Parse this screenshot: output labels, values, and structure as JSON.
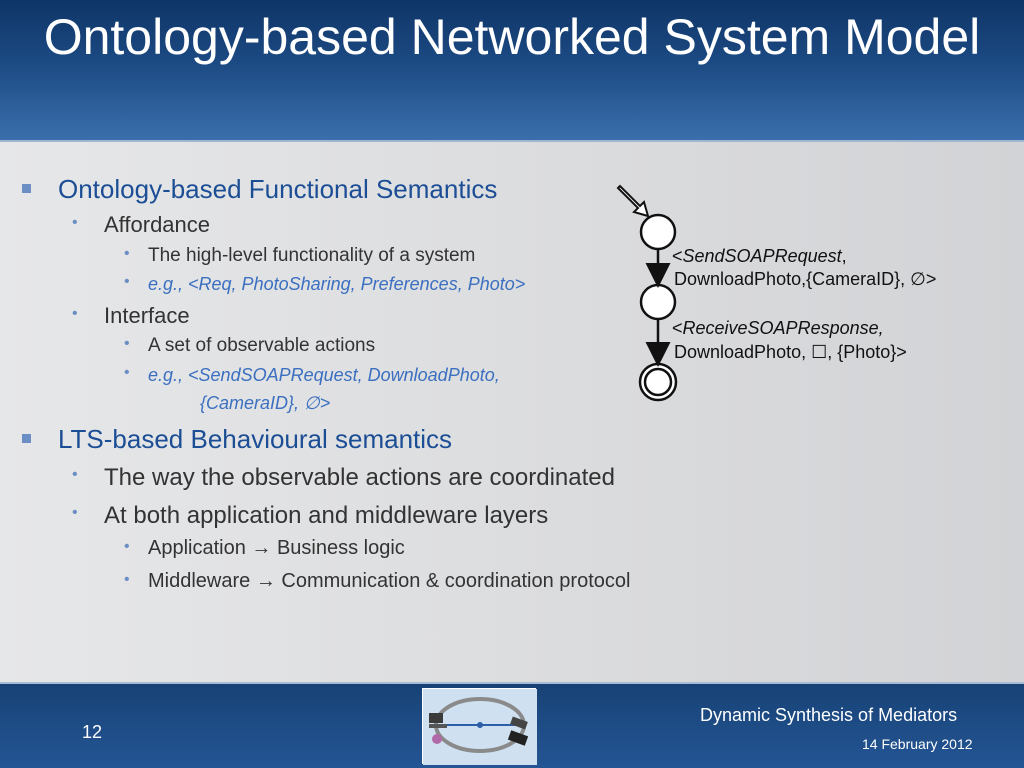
{
  "slide": {
    "title": "Ontology-based Networked System Model",
    "bullets": {
      "b1": "Ontology-based Functional Semantics",
      "b1_1": "Affordance",
      "b1_1_1": "The high-level functionality of a system",
      "b1_1_2": "e.g., <Req, PhotoSharing, Preferences, Photo>",
      "b1_2": "Interface",
      "b1_2_1": "A set of observable actions",
      "b1_2_2_line1": "e.g., <SendSOAPRequest, DownloadPhoto,",
      "b1_2_2_line2": "{CameraID}, ∅>",
      "b2": "LTS-based Behavioural semantics",
      "b2_1": "The way the observable actions are coordinated",
      "b2_2": "At both application and middleware layers",
      "b2_2_1": "Application → Business logic",
      "b2_2_2": "Middleware → Communication & coordination protocol"
    },
    "diagram": {
      "transition1_action": "SendSOAPRequest",
      "transition1_rest": "DownloadPhoto,{CameraID}, ∅>",
      "transition2_action": "ReceiveSOAPResponse,",
      "transition2_rest": "DownloadPhoto, ☐, {Photo}>"
    }
  },
  "footer": {
    "page_number": "12",
    "title": "Dynamic Synthesis of Mediators",
    "date": "14 February 2012"
  },
  "colors": {
    "title_bg": "#1c4a83",
    "bullet_level1": "#1c4e95",
    "example_text": "#3b6fc0",
    "body_text": "#333333"
  }
}
